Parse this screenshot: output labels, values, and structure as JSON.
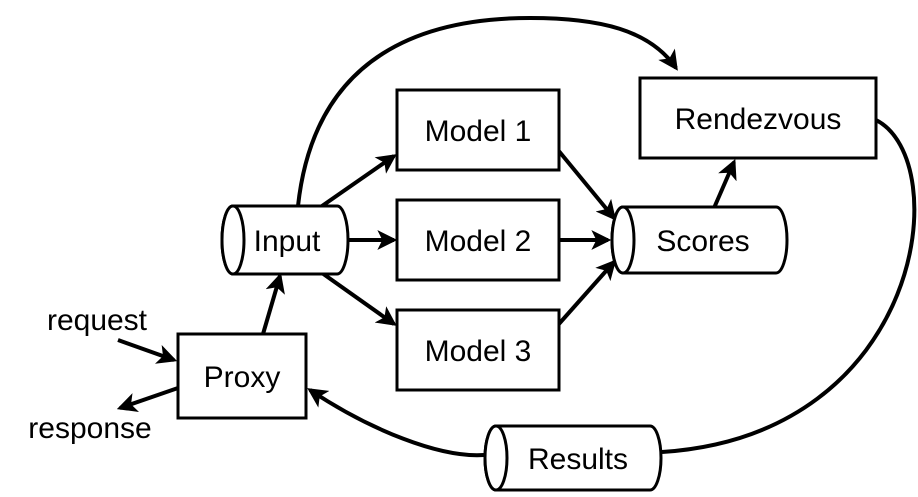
{
  "nodes": {
    "input": "Input",
    "model1": "Model 1",
    "model2": "Model 2",
    "model3": "Model 3",
    "scores": "Scores",
    "rendezvous": "Rendezvous",
    "proxy": "Proxy",
    "results": "Results"
  },
  "edge_labels": {
    "request": "request",
    "response": "response"
  },
  "edges": [
    {
      "from": "request",
      "to": "proxy"
    },
    {
      "from": "proxy",
      "to": "response"
    },
    {
      "from": "proxy",
      "to": "input"
    },
    {
      "from": "input",
      "to": "model1"
    },
    {
      "from": "input",
      "to": "model2"
    },
    {
      "from": "input",
      "to": "model3"
    },
    {
      "from": "input",
      "to": "rendezvous"
    },
    {
      "from": "model1",
      "to": "scores"
    },
    {
      "from": "model2",
      "to": "scores"
    },
    {
      "from": "model3",
      "to": "scores"
    },
    {
      "from": "scores",
      "to": "rendezvous"
    },
    {
      "from": "rendezvous",
      "to": "results"
    },
    {
      "from": "results",
      "to": "proxy"
    }
  ],
  "colors": {
    "stroke": "#000000",
    "fill": "#ffffff"
  }
}
